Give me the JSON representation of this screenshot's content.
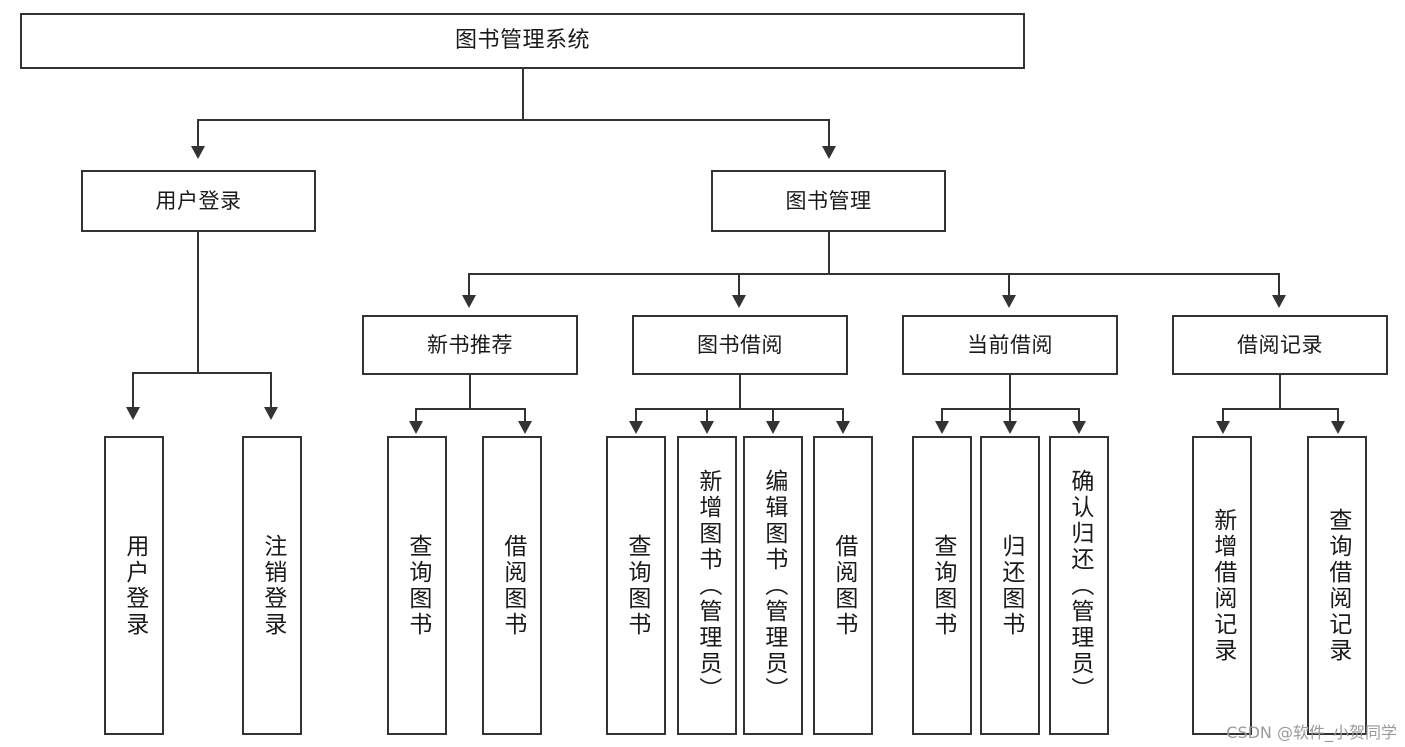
{
  "diagram": {
    "title": "图书管理系统",
    "type": "tree",
    "orientation": "top-down",
    "line_color": "#333333",
    "box_fill": "#ffffff",
    "text_color": "#1a1a1a",
    "watermark": "CSDN @软件_小贺同学"
  },
  "nodes": {
    "root": {
      "label": "图书管理系统",
      "level": 1
    },
    "level2": [
      {
        "id": "user-login",
        "label": "用户登录"
      },
      {
        "id": "book-manage",
        "label": "图书管理"
      }
    ],
    "level3": [
      {
        "id": "new-book-recommend",
        "label": "新书推荐",
        "parent": "book-manage"
      },
      {
        "id": "book-borrow",
        "label": "图书借阅",
        "parent": "book-manage"
      },
      {
        "id": "current-borrow",
        "label": "当前借阅",
        "parent": "book-manage"
      },
      {
        "id": "borrow-record",
        "label": "借阅记录",
        "parent": "book-manage"
      }
    ],
    "leaves": {
      "user-login": [
        {
          "id": "leaf-user-login",
          "label": "用户登录"
        },
        {
          "id": "leaf-user-logout",
          "label": "注销登录"
        }
      ],
      "new-book-recommend": [
        {
          "id": "leaf-query-book-1",
          "label": "查询图书"
        },
        {
          "id": "leaf-borrow-book-1",
          "label": "借阅图书"
        }
      ],
      "book-borrow": [
        {
          "id": "leaf-query-book-2",
          "label": "查询图书"
        },
        {
          "id": "leaf-add-book-admin",
          "label": "新增图书（管理员）"
        },
        {
          "id": "leaf-edit-book-admin",
          "label": "编辑图书（管理员）"
        },
        {
          "id": "leaf-borrow-book-2",
          "label": "借阅图书"
        }
      ],
      "current-borrow": [
        {
          "id": "leaf-query-book-3",
          "label": "查询图书"
        },
        {
          "id": "leaf-return-book",
          "label": "归还图书"
        },
        {
          "id": "leaf-confirm-return-admin",
          "label": "确认归还（管理员）"
        }
      ],
      "borrow-record": [
        {
          "id": "leaf-add-borrow-record",
          "label": "新增借阅记录"
        },
        {
          "id": "leaf-query-borrow-record",
          "label": "查询借阅记录"
        }
      ]
    }
  }
}
